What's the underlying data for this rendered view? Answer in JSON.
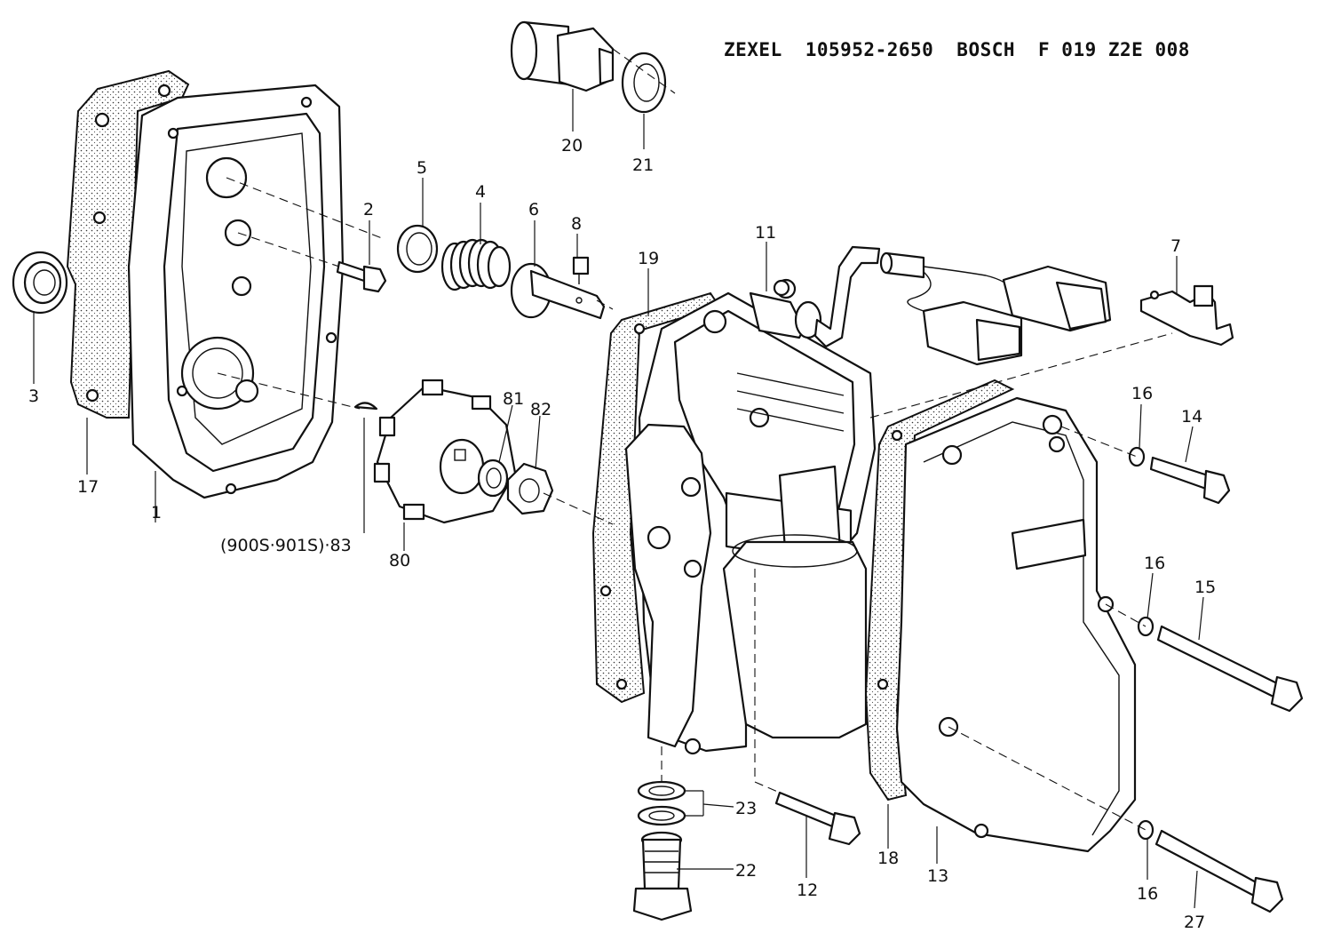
{
  "header": {
    "maker_1": "ZEXEL",
    "part_no_1": "105952-2650",
    "maker_2": "BOSCH",
    "part_no_2": "F 019 Z2E 008"
  },
  "callouts": {
    "p1": "1",
    "p2": "2",
    "p3": "3",
    "p4": "4",
    "p5": "5",
    "p6": "6",
    "p7": "7",
    "p8": "8",
    "p11": "11",
    "p12": "12",
    "p13": "13",
    "p14": "14",
    "p15": "15",
    "p16a": "16",
    "p16b": "16",
    "p16c": "16",
    "p17": "17",
    "p18": "18",
    "p19": "19",
    "p20": "20",
    "p21": "21",
    "p22": "22",
    "p23": "23",
    "p27": "27",
    "p80": "80",
    "p81": "81",
    "p82": "82",
    "p83": "(900S·901S)·83"
  }
}
